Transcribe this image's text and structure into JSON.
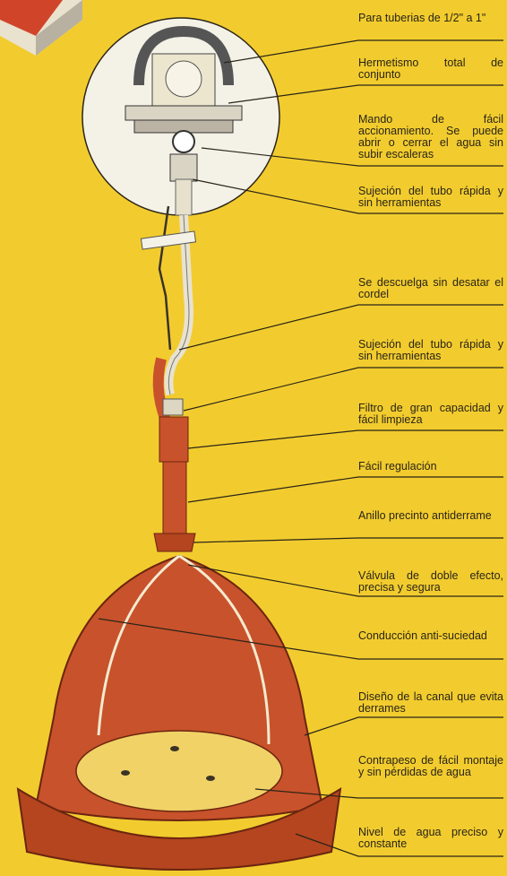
{
  "colors": {
    "background": "#f2cc2e",
    "drinker_body": "#c8522b",
    "drinker_dark": "#8a3319",
    "tray": "#f1d267",
    "leader_line": "#2a2418",
    "inset_circle": "#f4f1e6",
    "logo_red": "#d0452a"
  },
  "icons": [
    "logo-icon",
    "valve-assembly-icon",
    "hose-icon",
    "cord-icon",
    "hook-icon",
    "bell-drinker-icon",
    "tray-icon"
  ],
  "annotations": [
    {
      "text": "Para tuberias de 1/2\" a 1\""
    },
    {
      "text": "Hermetismo total de conjunto"
    },
    {
      "text": "Mando de fácil accionamiento. Se puede abrir o cerrar el agua sin subir escaleras"
    },
    {
      "text": "Sujeción del tubo rápida y sin herramientas"
    },
    {
      "text": "Se descuelga sin desatar el cordel"
    },
    {
      "text": "Sujeción del tubo rápida y sin herramientas"
    },
    {
      "text": "Filtro de gran capacidad y fácil limpieza"
    },
    {
      "text": "Fácil regulación"
    },
    {
      "text": "Anillo precinto antiderrame"
    },
    {
      "text": "Válvula de doble efecto, precisa y segura"
    },
    {
      "text": "Conducción anti-suciedad"
    },
    {
      "text": "Diseño de la canal que evita derrames"
    },
    {
      "text": "Contrapeso de fácil montaje y sin pérdidas de agua"
    },
    {
      "text": "Nivel de agua preciso y constante"
    }
  ]
}
